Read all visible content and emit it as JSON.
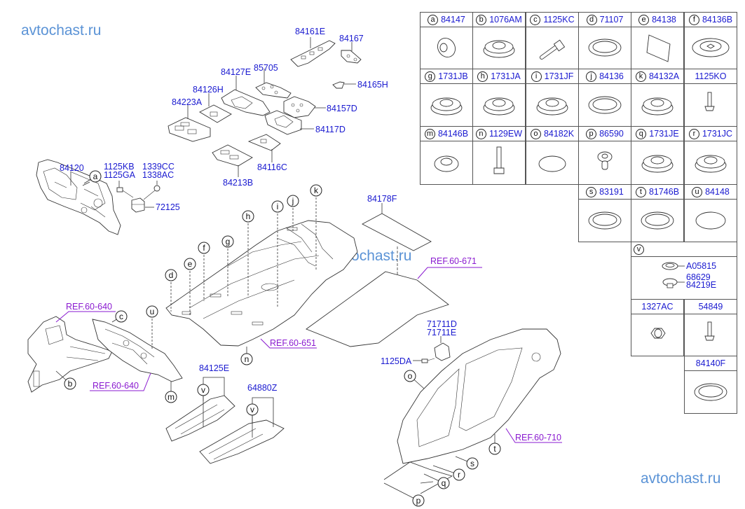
{
  "watermarks": [
    "avtochast.ru",
    "avtochast.ru",
    "avtochast.ru"
  ],
  "diagram": {
    "part_labels": {
      "p84120": "84120",
      "p1125KB": "1125KB",
      "p1125GA": "1125GA",
      "p1339CC": "1339CC",
      "p1338AC": "1338AC",
      "p72125": "72125",
      "p84161E": "84161E",
      "p84167": "84167",
      "p84127E": "84127E",
      "p85705": "85705",
      "p84165H": "84165H",
      "p84126H": "84126H",
      "p84223A": "84223A",
      "p84157D": "84157D",
      "p84117D": "84117D",
      "p84116C": "84116C",
      "p84213B": "84213B",
      "p84178F": "84178F",
      "p71711D": "71711D",
      "p71711E": "71711E",
      "p1125DA": "1125DA",
      "p84125E": "84125E",
      "p64880Z": "64880Z"
    },
    "references": {
      "r1": "REF.60-640",
      "r2": "REF.60-640",
      "r3": "REF.60-651",
      "r4": "REF.60-671",
      "r5": "REF.60-710"
    },
    "callouts": [
      "a",
      "b",
      "c",
      "d",
      "e",
      "f",
      "g",
      "h",
      "i",
      "j",
      "k",
      "m",
      "n",
      "o",
      "p",
      "q",
      "r",
      "s",
      "t",
      "u",
      "v",
      "v"
    ]
  },
  "parts_table": {
    "cells": [
      {
        "letter": "a",
        "part": "84147",
        "icon": "grommet-icon"
      },
      {
        "letter": "b",
        "part": "1076AM",
        "icon": "plug-icon"
      },
      {
        "letter": "c",
        "part": "1125KC",
        "icon": "bolt-icon"
      },
      {
        "letter": "d",
        "part": "71107",
        "icon": "ring-plug-icon"
      },
      {
        "letter": "e",
        "part": "84138",
        "icon": "pad-icon"
      },
      {
        "letter": "f",
        "part": "84136B",
        "icon": "cross-plug-icon"
      },
      {
        "letter": "g",
        "part": "1731JB",
        "icon": "plug-icon"
      },
      {
        "letter": "h",
        "part": "1731JA",
        "icon": "plug-icon"
      },
      {
        "letter": "i",
        "part": "1731JF",
        "icon": "plug-icon"
      },
      {
        "letter": "j",
        "part": "84136",
        "icon": "ring-plug-icon"
      },
      {
        "letter": "k",
        "part": "84132A",
        "icon": "plug-icon"
      },
      {
        "letter": "",
        "part": "1125KO",
        "icon": "screw-icon"
      },
      {
        "letter": "m",
        "part": "84146B",
        "icon": "oval-plug-icon"
      },
      {
        "letter": "n",
        "part": "1129EW",
        "icon": "bolt-vertical-icon"
      },
      {
        "letter": "o",
        "part": "84182K",
        "icon": "flat-disc-icon"
      },
      {
        "letter": "p",
        "part": "86590",
        "icon": "clip-icon"
      },
      {
        "letter": "q",
        "part": "1731JE",
        "icon": "plug-icon"
      },
      {
        "letter": "r",
        "part": "1731JC",
        "icon": "plug-icon"
      },
      {
        "letter": "s",
        "part": "83191",
        "icon": "ring-plug-icon"
      },
      {
        "letter": "t",
        "part": "81746B",
        "icon": "ring-plug-icon"
      },
      {
        "letter": "u",
        "part": "84148",
        "icon": "oval-disc-icon"
      },
      {
        "letter": "",
        "part": "1327AC",
        "icon": "nut-icon"
      },
      {
        "letter": "",
        "part": "54849",
        "icon": "screw-icon"
      },
      {
        "letter": "",
        "part": "84140F",
        "icon": "ring-plug-icon"
      }
    ],
    "v_group": {
      "letter": "v",
      "items": [
        "A05815",
        "68629",
        "84219E"
      ]
    }
  }
}
